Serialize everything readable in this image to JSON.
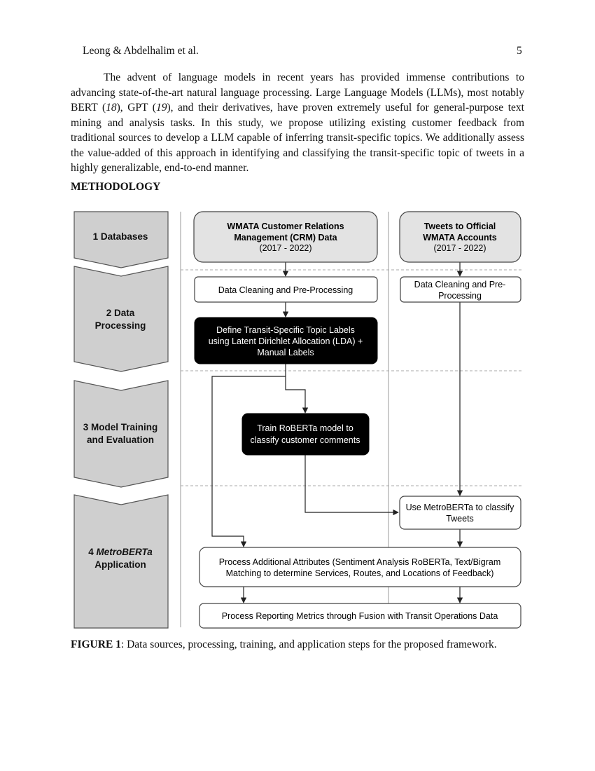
{
  "header": {
    "authors": "Leong & Abdelhalim et al.",
    "page_number": "5"
  },
  "paragraph": {
    "t1": "The advent of language models in recent years has provided immense contributions to advancing state-of-the-art natural language processing.  Large Language Models (LLMs), most notably BERT (",
    "ref1": "18",
    "t2": "), GPT (",
    "ref2": "19",
    "t3": "), and their derivatives, have proven extremely useful for general-purpose text mining and analysis tasks.  In this study, we propose utilizing existing customer feedback from traditional sources to develop a LLM capable of inferring transit-specific topics. We additionally assess the value-added of this approach in identifying and classifying the transit-specific topic of tweets in a highly generalizable, end-to-end manner."
  },
  "section_heading": "METHODOLOGY",
  "figure": {
    "stages": {
      "s1": "1 Databases",
      "s2_line1": "2 Data",
      "s2_line2": "Processing",
      "s3_line1": "3 Model Training",
      "s3_line2": "and Evaluation",
      "s4_number": "4 ",
      "s4_name": "MetroBERTa",
      "s4_line2": "Application"
    },
    "boxes": {
      "crm_line1": "WMATA Customer Relations",
      "crm_line2": "Management (CRM) Data",
      "crm_years": "(2017 - 2022)",
      "tweets_line1": "Tweets to Official",
      "tweets_line2": "WMATA Accounts",
      "tweets_years": "(2017 - 2022)",
      "clean_left": "Data Cleaning and Pre-Processing",
      "clean_right_line1": "Data Cleaning and Pre-",
      "clean_right_line2": "Processing",
      "lda_line1": "Define Transit-Specific Topic Labels",
      "lda_line2": "using Latent Dirichlet Allocation (LDA) +",
      "lda_line3": "Manual Labels",
      "train_line1": "Train RoBERTa model to",
      "train_line2": "classify customer comments",
      "use_line1": "Use MetroBERTa to classify",
      "use_line2": "Tweets",
      "attr_line1": "Process Additional Attributes (Sentiment Analysis RoBERTa, Text/Bigram",
      "attr_line2": "Matching to determine Services, Routes, and Locations of Feedback)",
      "report": "Process Reporting Metrics through Fusion with Transit Operations Data"
    }
  },
  "caption": {
    "label": "FIGURE 1",
    "text": ": Data sources, processing, training, and application steps for the proposed framework."
  }
}
